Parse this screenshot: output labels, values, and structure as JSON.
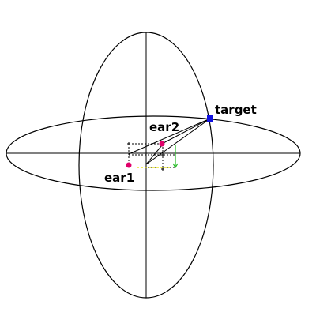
{
  "labels": {
    "target": "target",
    "ear1": "ear1",
    "ear2": "ear2"
  },
  "colors": {
    "outline": "#000000",
    "target_marker": "#1010e0",
    "ear_marker": "#e0006a",
    "vertical_guide": "#22bb22",
    "horizontal_guide": "#e8e000"
  }
}
